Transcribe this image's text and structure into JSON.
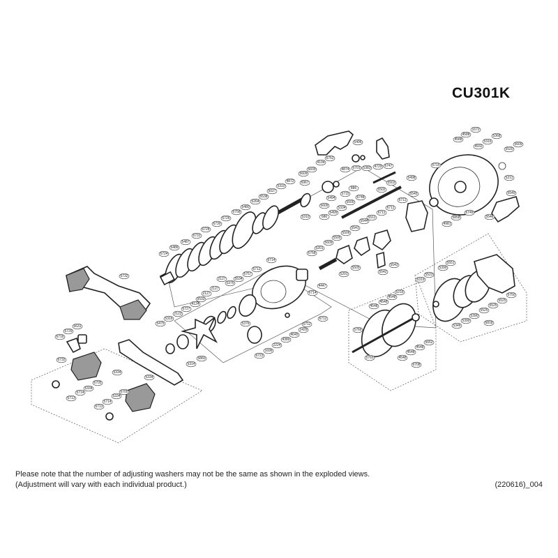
{
  "title": "CU301K",
  "notes": {
    "line1": "Please note that the number of adjusting washers may not be the same as shown in the exploded views.",
    "line2": "(Adjustment will vary with each individual product.)",
    "code": "(220616)_004"
  },
  "parts": [
    "5496",
    "6752",
    "4194",
    "5609",
    "5609",
    "6967",
    "4874",
    "6701",
    "5383",
    "4729",
    "6747",
    "1672",
    "4588",
    "4588",
    "5316",
    "4932",
    "5368",
    "5609",
    "5520",
    "6715",
    "5498",
    "5503",
    "5502",
    "5211",
    "886",
    "5715",
    "5494",
    "6748",
    "5500",
    "5334",
    "5499",
    "686",
    "5609",
    "5310",
    "5545",
    "6711",
    "6711",
    "6711",
    "5511",
    "5544",
    "5541",
    "5506",
    "5505",
    "5609",
    "5201",
    "6758",
    "4981",
    "5858",
    "6749",
    "5549",
    "5548",
    "4872",
    "5310",
    "5027",
    "5538",
    "5264",
    "5480",
    "6758",
    "6726",
    "6730",
    "6728",
    "6731",
    "5487",
    "5486",
    "6724",
    "6714",
    "6712",
    "6757",
    "5534",
    "5376",
    "2127",
    "6732",
    "4447",
    "6714",
    "2127",
    "2127",
    "5533",
    "4124",
    "6727",
    "2123",
    "5316",
    "5475",
    "5376",
    "6712",
    "6712",
    "2429",
    "4045",
    "4380",
    "2224",
    "1696",
    "6723",
    "5860",
    "5314",
    "5631",
    "6729",
    "6716",
    "6732",
    "5334",
    "5334",
    "6705",
    "5334",
    "5714",
    "6713",
    "6705",
    "5334",
    "5714",
    "6713",
    "5543",
    "5542",
    "5505",
    "5201",
    "5551",
    "5390",
    "5523",
    "5319",
    "5216",
    "4548",
    "4548",
    "4548",
    "5766",
    "5652",
    "4548",
    "4548",
    "4548",
    "5765",
    "6708",
    "5525",
    "5525",
    "5525",
    "5390",
    "5390",
    "5346",
    "6818",
    "6750"
  ]
}
